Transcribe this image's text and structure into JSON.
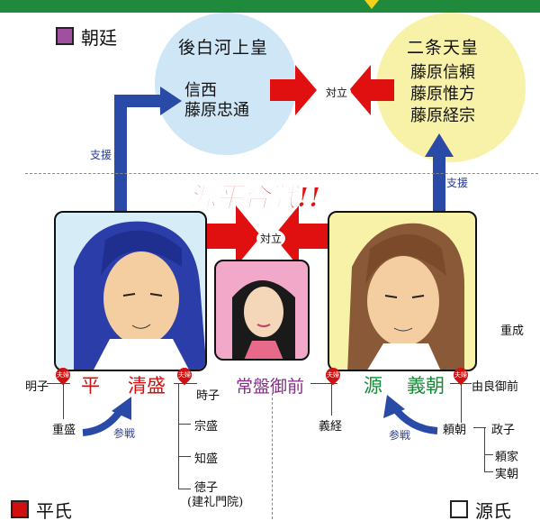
{
  "legend": {
    "court": {
      "label": "朝廷",
      "color": "#a0509e"
    },
    "taira": {
      "label": "平氏",
      "color": "#d01010"
    },
    "minamoto": {
      "label": "源氏",
      "color": "#ffffff"
    }
  },
  "court": {
    "left": {
      "title": "後白河上皇",
      "members": [
        "信西",
        "藤原忠通"
      ]
    },
    "right": {
      "title": "二条天皇",
      "members": [
        "藤原信頼",
        "藤原惟方",
        "藤原経宗"
      ]
    },
    "conflict_label": "対立"
  },
  "war": {
    "title": "源平合戦!!",
    "conflict_label": "対立"
  },
  "support_label": "支援",
  "participate_label": "参戦",
  "spouse_label": "夫婦",
  "taira": {
    "given": "平",
    "name": "清盛",
    "wife_left": "明子",
    "wife_right": "時子",
    "son_left": "重盛",
    "children": [
      "宗盛",
      "知盛",
      "徳子",
      "(建礼門院)"
    ]
  },
  "tokiwa": {
    "name": "常盤御前",
    "child": "義経"
  },
  "minamoto": {
    "given": "源",
    "name": "義朝",
    "wife": "由良御前",
    "son": "頼朝",
    "grandchildren": [
      "政子",
      "頼家",
      "実朝"
    ],
    "side_label": "重成"
  },
  "colors": {
    "blue_arrow": "#2a4aa8",
    "red_arrow": "#e01010",
    "left_circle": "#cfe6f6",
    "right_circle": "#f8f2a8"
  }
}
